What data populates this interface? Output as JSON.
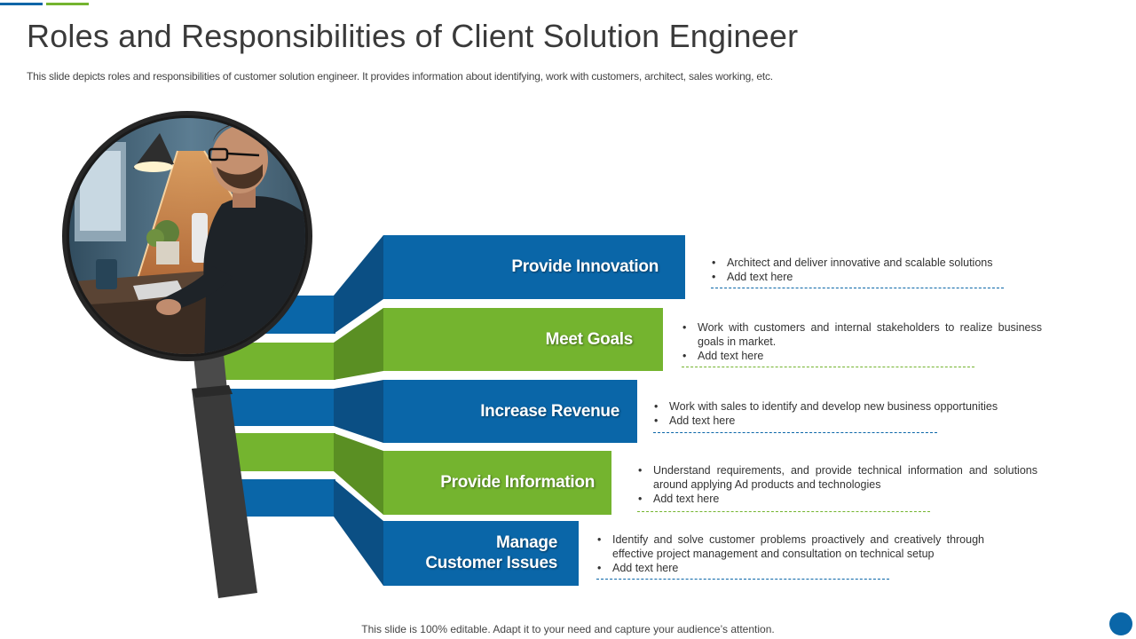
{
  "title": "Roles and Responsibilities of Client Solution Engineer",
  "subtitle": "This slide depicts roles and responsibilities of customer solution engineer. It provides information about identifying, work with customers, architect, sales working, etc.",
  "footer": "This slide is 100% editable. Adapt it to your need and capture your audience’s attention.",
  "colors": {
    "blue": "#0a66a8",
    "blue_dark": "#0b4f84",
    "green": "#74b42f",
    "green_dark": "#5a8f23"
  },
  "icons": [
    "magnifying-glass-icon",
    "engineer-photo"
  ],
  "items": [
    {
      "label": "Provide Innovation",
      "color": "blue",
      "bullets": [
        "Architect and deliver innovative  and scalable solutions",
        "Add text here"
      ]
    },
    {
      "label": "Meet Goals",
      "color": "green",
      "bullets": [
        "Work with customers and internal stakeholders to realize business goals in market.",
        "Add text here"
      ]
    },
    {
      "label": "Increase Revenue",
      "color": "blue",
      "bullets": [
        "Work with sales to identify and develop  new business opportunities",
        "Add text here"
      ]
    },
    {
      "label": "Provide Information",
      "color": "green",
      "bullets": [
        "Understand requirements, and provide technical information and solutions around applying Ad products and technologies",
        "Add text here"
      ]
    },
    {
      "label": "Manage\nCustomer Issues",
      "color": "blue",
      "bullets": [
        "Identify and solve customer problems proactively and creatively through effective  project management and consultation on technical setup",
        "Add text here"
      ]
    }
  ]
}
